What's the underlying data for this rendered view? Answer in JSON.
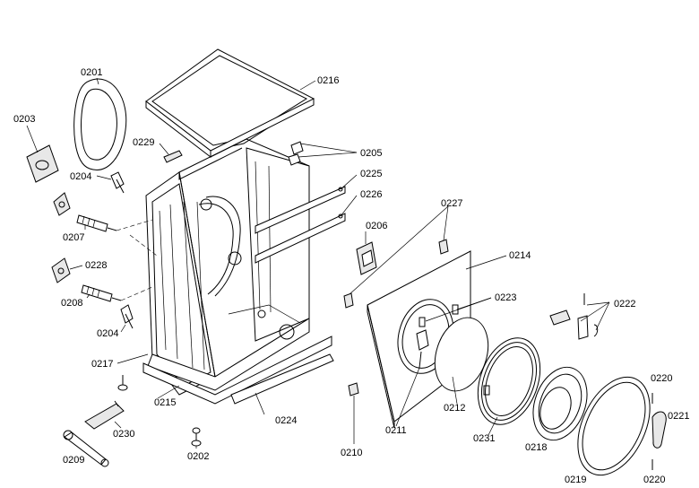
{
  "labels": {
    "p0201": "0201",
    "p0202": "0202",
    "p0203": "0203",
    "p0204a": "0204",
    "p0204b": "0204",
    "p0205": "0205",
    "p0206": "0206",
    "p0207": "0207",
    "p0208": "0208",
    "p0209": "0209",
    "p0210": "0210",
    "p0211": "0211",
    "p0212": "0212",
    "p0214": "0214",
    "p0215": "0215",
    "p0216": "0216",
    "p0217": "0217",
    "p0218": "0218",
    "p0219": "0219",
    "p0220a": "0220",
    "p0220b": "0220",
    "p0221": "0221",
    "p0222": "0222",
    "p0223": "0223",
    "p0224": "0224",
    "p0225": "0225",
    "p0226": "0226",
    "p0227": "0227",
    "p0228": "0228",
    "p0229": "0229",
    "p0230": "0230",
    "p0231": "0231"
  }
}
